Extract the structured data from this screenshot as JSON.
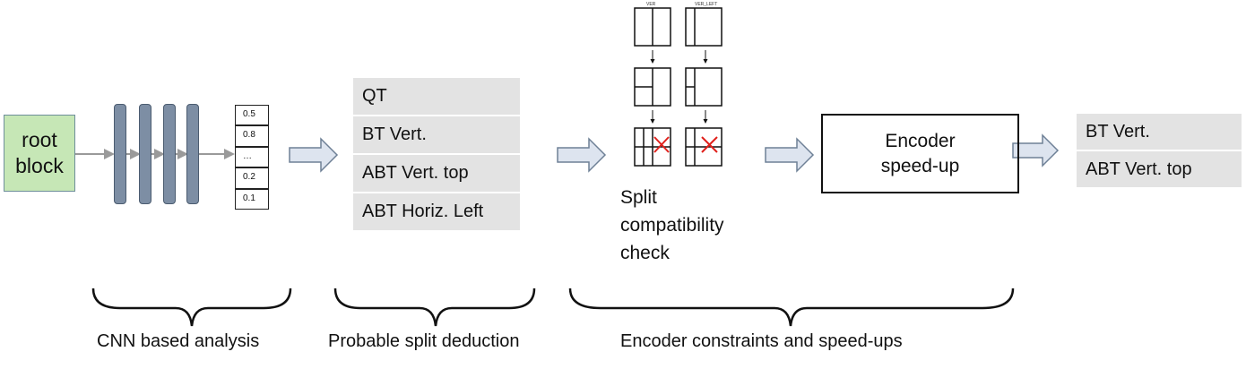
{
  "root_block": "root\nblock",
  "probabilities": [
    "0.5",
    "0.8",
    "…",
    "0.2",
    "0.1"
  ],
  "split_list": [
    "QT",
    "BT Vert.",
    "ABT Vert. top",
    "ABT Horiz. Left"
  ],
  "split_types": [
    "VER",
    "VER_LEFT"
  ],
  "split_check_label": "Split\ncompatibility\ncheck",
  "encoder_label": "Encoder\nspeed-up",
  "output_list": [
    "BT Vert.",
    "ABT Vert. top"
  ],
  "captions": [
    "CNN based analysis",
    "Probable split deduction",
    "Encoder constraints and speed-ups"
  ],
  "colors": {
    "root_fill": "#c6e7b6",
    "layer_fill": "#7d8ea4",
    "arrow_fill": "#dde4ef",
    "arrow_stroke": "#6e8096",
    "list_bg": "#e3e3e3",
    "cross": "#e0201b"
  }
}
